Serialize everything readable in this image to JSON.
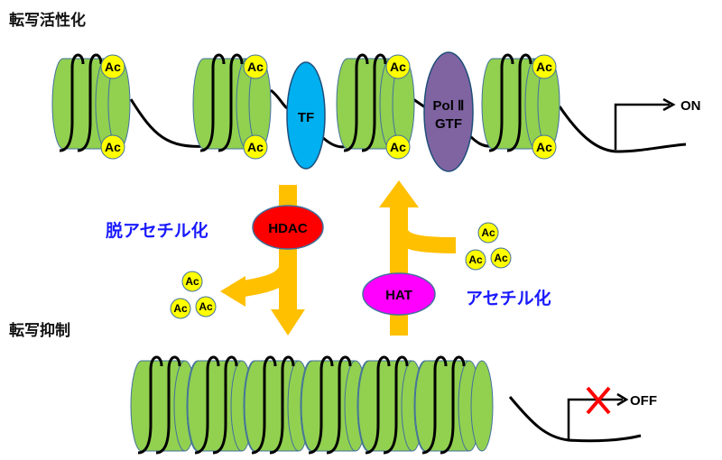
{
  "titles": {
    "active": "転写活性化",
    "repressed": "転写抑制"
  },
  "labels": {
    "deacetylation": "脱アセチル化",
    "acetylation": "アセチル化",
    "ac": "Ac",
    "tf": "TF",
    "pol2_line1": "Pol Ⅱ",
    "pol2_line2": "GTF",
    "hdac": "HDAC",
    "hat": "HAT",
    "on": "ON",
    "off": "OFF"
  },
  "colors": {
    "nucleosome": "#92d050",
    "acetyl": "#ffff00",
    "tf": "#00b0f0",
    "pol2": "#8064a2",
    "hdac": "#ff0000",
    "hat": "#ff00ff",
    "arrow": "#ffc000",
    "label_blue": "#1a1aff",
    "cross": "#ff0000"
  }
}
